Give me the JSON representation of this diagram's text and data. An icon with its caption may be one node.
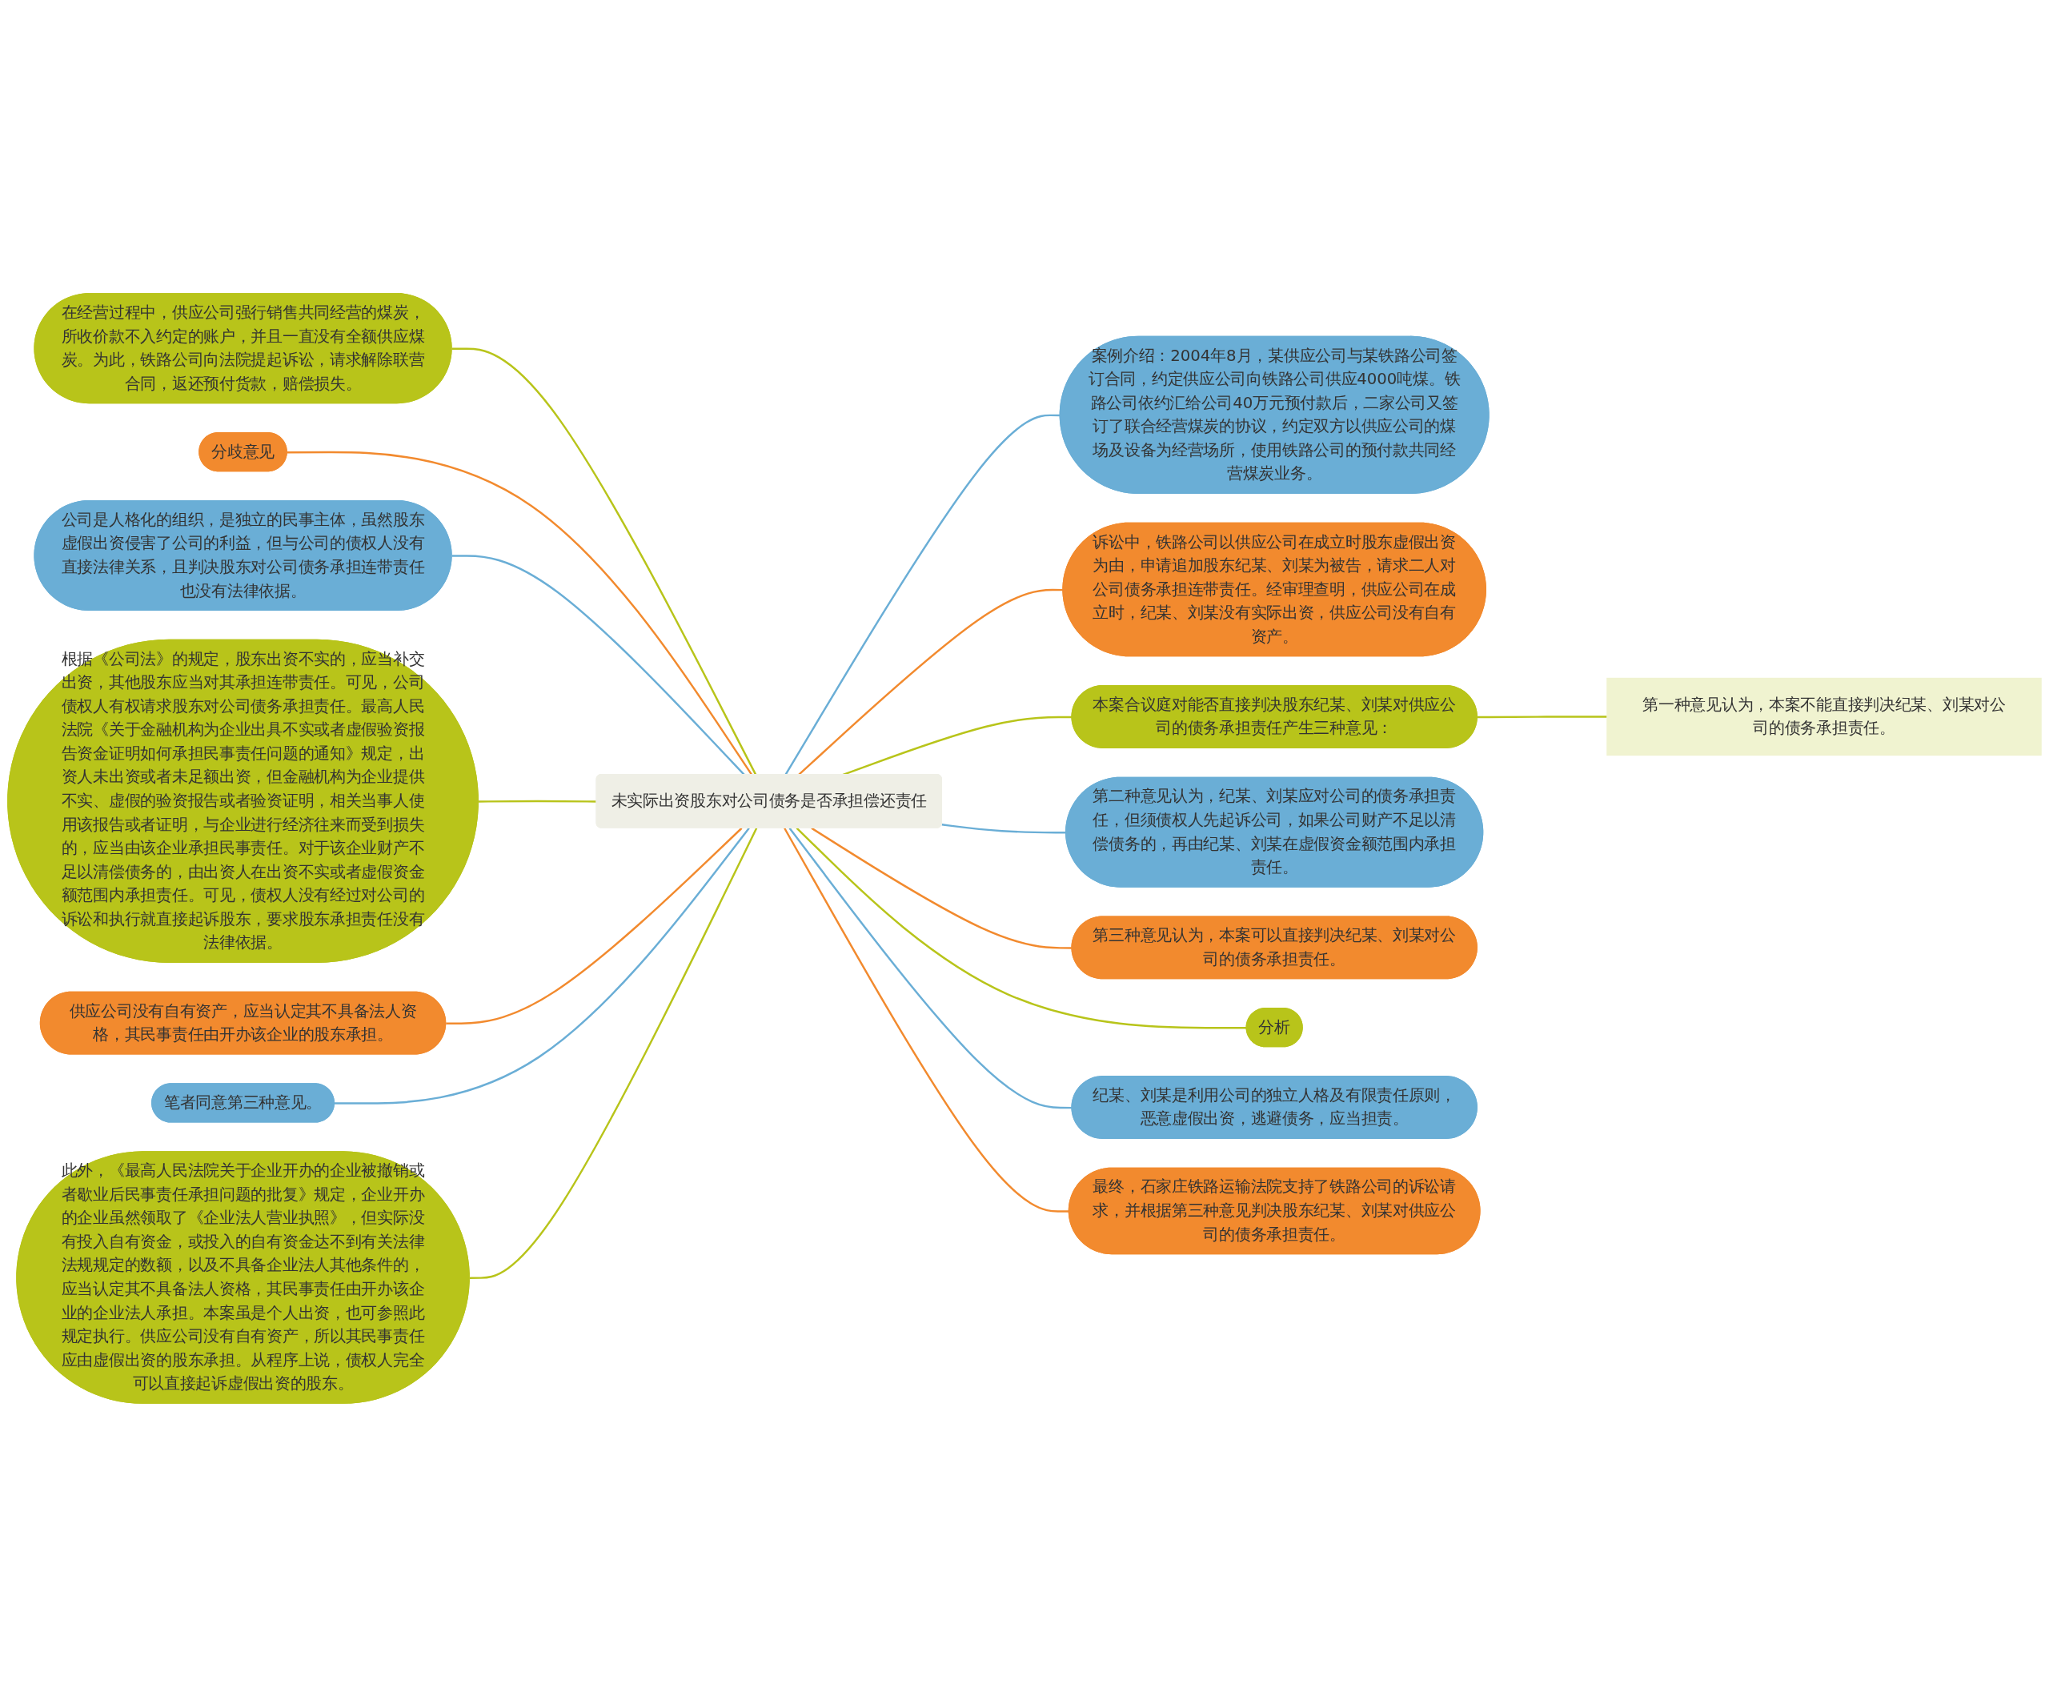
{
  "diagram": {
    "nodes": [
      {
        "text": [
          "未实际出资股东对公司债务是否承担偿还责任"
        ]
      },
      {
        "text": [
          "在经营过程中，供应公司强行销售共同经营的煤炭，所收价款不入约定的账户，并且一直没有全额供应煤炭。为此，铁路公司向法院提起诉讼，请求解除联营合同，返还预付货款，赔偿损失。"
        ]
      },
      {
        "text": [
          "分歧意见"
        ]
      },
      {
        "text": [
          "公司是人格化的组织，是独立的民事主体，虽然股东虚假出资侵害了公司的利益，但与公司的债权人没有直接法律关系，且判决股东对公司债务承担连带责任也没有法律依据。"
        ]
      },
      {
        "text": [
          "根据《公司法》的规定，股东出资不实的，应当补交出资，其他股东应当对其承担连带责任。可见，公司债权人有权请求股东对公司债务承担责任。最高人民法院《关于金融机构为企业出具不实或者虚假验资报告资金证明如何承担民事责任问题的通知》规定，出资人未出资或者未足额出资，但金融机构为企业提供不实、虚假的验资报告或者验资证明，相关当事人使用该报告或者证明，与企业进行经济往来而受到损失的，应当由该企业承担民事责任。对于该企业财产不足以清偿债务的，由出资人在出资不实或者虚假资金额范围内承担责任。可见，债权人没有经过对公司的诉讼和执行就直接起诉股东，要求股东承担责任没有法律依据。"
        ]
      },
      {
        "text": [
          "供应公司没有自有资产，应当认定其不具备法人资格，其民事责任由开办该企业的股东承担。"
        ]
      },
      {
        "text": [
          "笔者同意第三种意见。"
        ]
      },
      {
        "text": [
          "此外，《最高人民法院关于企业开办的企业被撤销或者歇业后民事责任承担问题的批复》规定，企业开办的企业虽然领取了《企业法人营业执照》，但实际没有投入自有资金，或投入的自有资金达不到有关法律法规规定的数额，以及不具备企业法人其他条件的，应当认定其不具备法人资格，其民事责任由开办该企业的企业法人承担。本案虽是个人出资，也可参照此规定执行。供应公司没有自有资产，所以其民事责任应由虚假出资的股东承担。从程序上说，债权人完全可以直接起诉虚假出资的股东。"
        ]
      },
      {
        "text": [
          "案例介绍：2004年8月，某供应公司与某铁路公司签订合同，约定供应公司向铁路公司供应4000吨煤。铁路公司依约汇给公司40万元预付款后，二家公司又签订了联合经营煤炭的协议，约定双方以供应公司的煤场及设备为经营场所，使用铁路公司的预付款共同经营煤炭业务。"
        ]
      },
      {
        "text": [
          "诉讼中，铁路公司以供应公司在成立时股东虚假出资为由，申请追加股东纪某、刘某为被告，请求二人对公司债务承担连带责任。经审理查明，供应公司在成立时，纪某、刘某没有实际出资，供应公司没有自有资产。"
        ]
      },
      {
        "text": [
          "本案合议庭对能否直接判决股东纪某、刘某对供应公司的债务承担责任产生三种意见："
        ]
      },
      {
        "text": [
          "第一种意见认为，本案不能直接判决纪某、刘某对公司的债务承担责任。"
        ]
      },
      {
        "text": [
          "第二种意见认为，纪某、刘某应对公司的债务承担责任，但须债权人先起诉公司，如果公司财产不足以清偿债务的，再由纪某、刘某在虚假资金额范围内承担责任。"
        ]
      },
      {
        "text": [
          "第三种意见认为，本案可以直接判决纪某、刘某对公司的债务承担责任。"
        ]
      },
      {
        "text": [
          "分析"
        ]
      },
      {
        "text": [
          "纪某、刘某是利用公司的独立人格及有限责任原则，恶意虚假出资，逃避债务，应当担责。"
        ]
      },
      {
        "text": [
          "最终，石家庄铁路运输法院支持了铁路公司的诉讼请求，并根据第三种意见判决股东纪某、刘某对供应公司的债务承担责任。"
        ]
      }
    ],
    "edges": [
      {
        "from": 0,
        "to": 1,
        "arrow": "none"
      },
      {
        "from": 0,
        "to": 2,
        "arrow": "none",
        "color": "#f28a2e"
      },
      {
        "from": 0,
        "to": 3,
        "arrow": "none",
        "color": "#6aaed6"
      },
      {
        "from": 0,
        "to": 4,
        "arrow": "none"
      },
      {
        "from": 0,
        "to": 5,
        "arrow": "none",
        "color": "#f28a2e"
      },
      {
        "from": 0,
        "to": 6,
        "arrow": "none",
        "color": "#6aaed6"
      },
      {
        "from": 0,
        "to": 7,
        "arrow": "none"
      },
      {
        "from": 0,
        "to": 8,
        "arrow": "none",
        "color": "#6aaed6"
      },
      {
        "from": 0,
        "to": 9,
        "arrow": "none",
        "color": "#f28a2e"
      },
      {
        "from": 0,
        "to": 10,
        "arrow": "none"
      },
      {
        "from": 10,
        "to": 11,
        "arrow": "none"
      },
      {
        "from": 0,
        "to": 12,
        "arrow": "none",
        "color": "#6aaed6"
      },
      {
        "from": 0,
        "to": 13,
        "arrow": "none",
        "color": "#f28a2e"
      },
      {
        "from": 0,
        "to": 14,
        "arrow": "none"
      },
      {
        "from": 0,
        "to": 15,
        "arrow": "none",
        "color": "#6aaed6"
      },
      {
        "from": 0,
        "to": 16,
        "arrow": "none",
        "color": "#f28a2e"
      }
    ]
  }
}
